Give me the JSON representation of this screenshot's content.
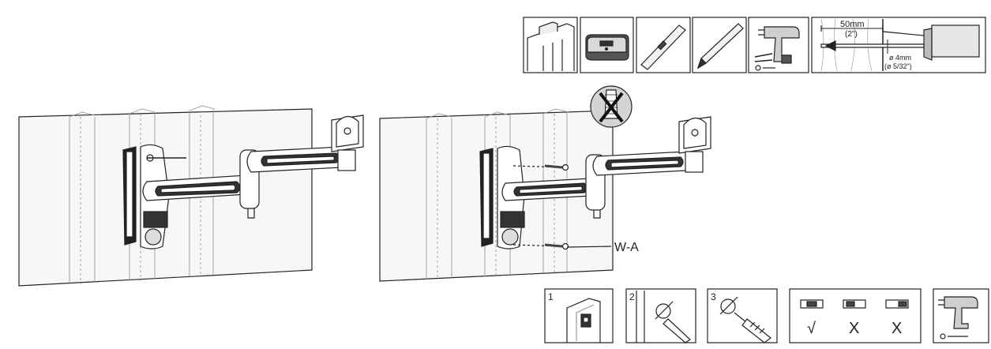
{
  "tools_strip": {
    "icons": [
      "wall-stud-icon",
      "stud-finder-icon",
      "spirit-level-icon",
      "pencil-icon",
      "power-drill-icon"
    ],
    "drill_spec": {
      "depth": "50mm",
      "depth_imperial": "(2\")",
      "bit_diameter": "ø 4mm",
      "bit_diameter_imperial": "(ø 5/32\")"
    }
  },
  "mount_diagrams": {
    "no_anchor_icon": "no-wall-anchor-icon",
    "screw_label": "W-A"
  },
  "step_strip": {
    "steps": [
      {
        "number": "1"
      },
      {
        "number": "2"
      },
      {
        "number": "3"
      }
    ],
    "level_marks": [
      "√",
      "X",
      "X"
    ]
  }
}
